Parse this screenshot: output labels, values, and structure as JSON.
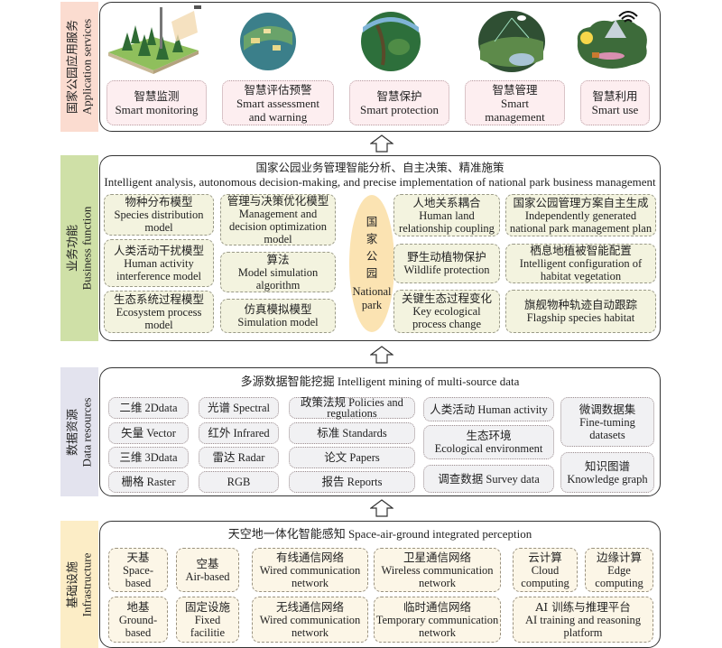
{
  "layers": {
    "application": {
      "label_zh": "国家公园应用服务",
      "label_en": "Application services",
      "color": "#fbdcd0",
      "items": [
        {
          "zh": "智慧监测",
          "en": "Smart monitoring",
          "image": "forest-monitoring-illustration"
        },
        {
          "zh": "智慧评估预警",
          "en": "Smart assessment and warning",
          "image": "assessment-globe-illustration"
        },
        {
          "zh": "智慧保护",
          "en": "Smart protection",
          "image": "protection-globe-illustration"
        },
        {
          "zh": "智慧管理",
          "en": "Smart management",
          "image": "management-globe-illustration"
        },
        {
          "zh": "智慧利用",
          "en": "Smart use",
          "image": "smart-use-wildlife-illustration"
        }
      ]
    },
    "business": {
      "label_zh": "业务功能",
      "label_en": "Business function",
      "color": "#cfe0a7",
      "title_zh": "国家公园业务管理智能分析、自主决策、精准施策",
      "title_en": "Intelligent analysis, autonomous decision-making, and precise implementation of national park business management",
      "center": {
        "zh": [
          "国",
          "家",
          "公",
          "园"
        ],
        "en": "National park"
      },
      "left_col1": [
        {
          "zh": "物种分布模型",
          "en": "Species distribution model"
        },
        {
          "zh": "人类活动干扰模型",
          "en": "Human activity interference model"
        },
        {
          "zh": "生态系统过程模型",
          "en": "Ecosystem process model"
        }
      ],
      "left_col2": [
        {
          "zh": "管理与决策优化模型",
          "en": "Management and decision optimization model"
        },
        {
          "zh": "算法",
          "en": "Model simulation algorithm"
        },
        {
          "zh": "仿真模拟模型",
          "en": "Simulation model"
        }
      ],
      "right_col1": [
        {
          "zh": "人地关系耦合",
          "en": "Human land relationship coupling"
        },
        {
          "zh": "野生动植物保护",
          "en": "Wildlife protection"
        },
        {
          "zh": "关键生态过程变化",
          "en": "Key ecological process change"
        }
      ],
      "right_col2": [
        {
          "zh": "国家公园管理方案自主生成",
          "en": "Independently generated national park management plan"
        },
        {
          "zh": "栖息地植被智能配置",
          "en": "Intelligent configuration of habitat vegetation"
        },
        {
          "zh": "旗舰物种轨迹自动跟踪",
          "en": "Flagship species habitat"
        }
      ]
    },
    "data": {
      "label_zh": "数据资源",
      "label_en": "Data resources",
      "color": "#e3e3ee",
      "title": "多源数据智能挖掘 Intelligent mining of multi-source data",
      "col1": [
        "二维 2Ddata",
        "矢量 Vector",
        "三维 3Ddata",
        "栅格 Raster"
      ],
      "col2": [
        "光谱 Spectral",
        "红外 Infrared",
        "雷达 Radar",
        "RGB"
      ],
      "col3": [
        "政策法规 Policies and regulations",
        "标准 Standards",
        "论文 Papers",
        "报告 Reports"
      ],
      "col4": [
        {
          "zh": "人类活动",
          "en": "Human activity"
        },
        {
          "zh": "生态环境",
          "en": "Ecological environment"
        },
        {
          "zh": "调查数据",
          "en": "Survey data"
        }
      ],
      "col5": [
        {
          "zh": "微调数据集",
          "en": "Fine-tuming datasets"
        },
        {
          "zh": "知识图谱",
          "en": "Knowledge graph"
        }
      ]
    },
    "infrastructure": {
      "label_zh": "基础设施",
      "label_en": "Infrastructure",
      "color": "#fcedc6",
      "title": "天空地一体化智能感知 Space-air-ground integrated perception",
      "items": [
        {
          "zh": "天基",
          "en": "Space-based"
        },
        {
          "zh": "空基",
          "en": "Air-based"
        },
        {
          "zh": "有线通信网络",
          "en": "Wired communication network"
        },
        {
          "zh": "卫星通信网络",
          "en": "Wireless communication network"
        },
        {
          "zh": "云计算",
          "en": "Cloud computing"
        },
        {
          "zh": "边缘计算",
          "en": "Edge computing"
        },
        {
          "zh": "地基",
          "en": "Ground-based"
        },
        {
          "zh": "固定设施",
          "en": "Fixed facilitie"
        },
        {
          "zh": "无线通信网络",
          "en": "Wired communication network"
        },
        {
          "zh": "临时通信网络",
          "en": "Temporary communication network"
        },
        {
          "zh": "AI 训练与推理平台",
          "en": "AI training and reasoning platform"
        }
      ]
    }
  }
}
